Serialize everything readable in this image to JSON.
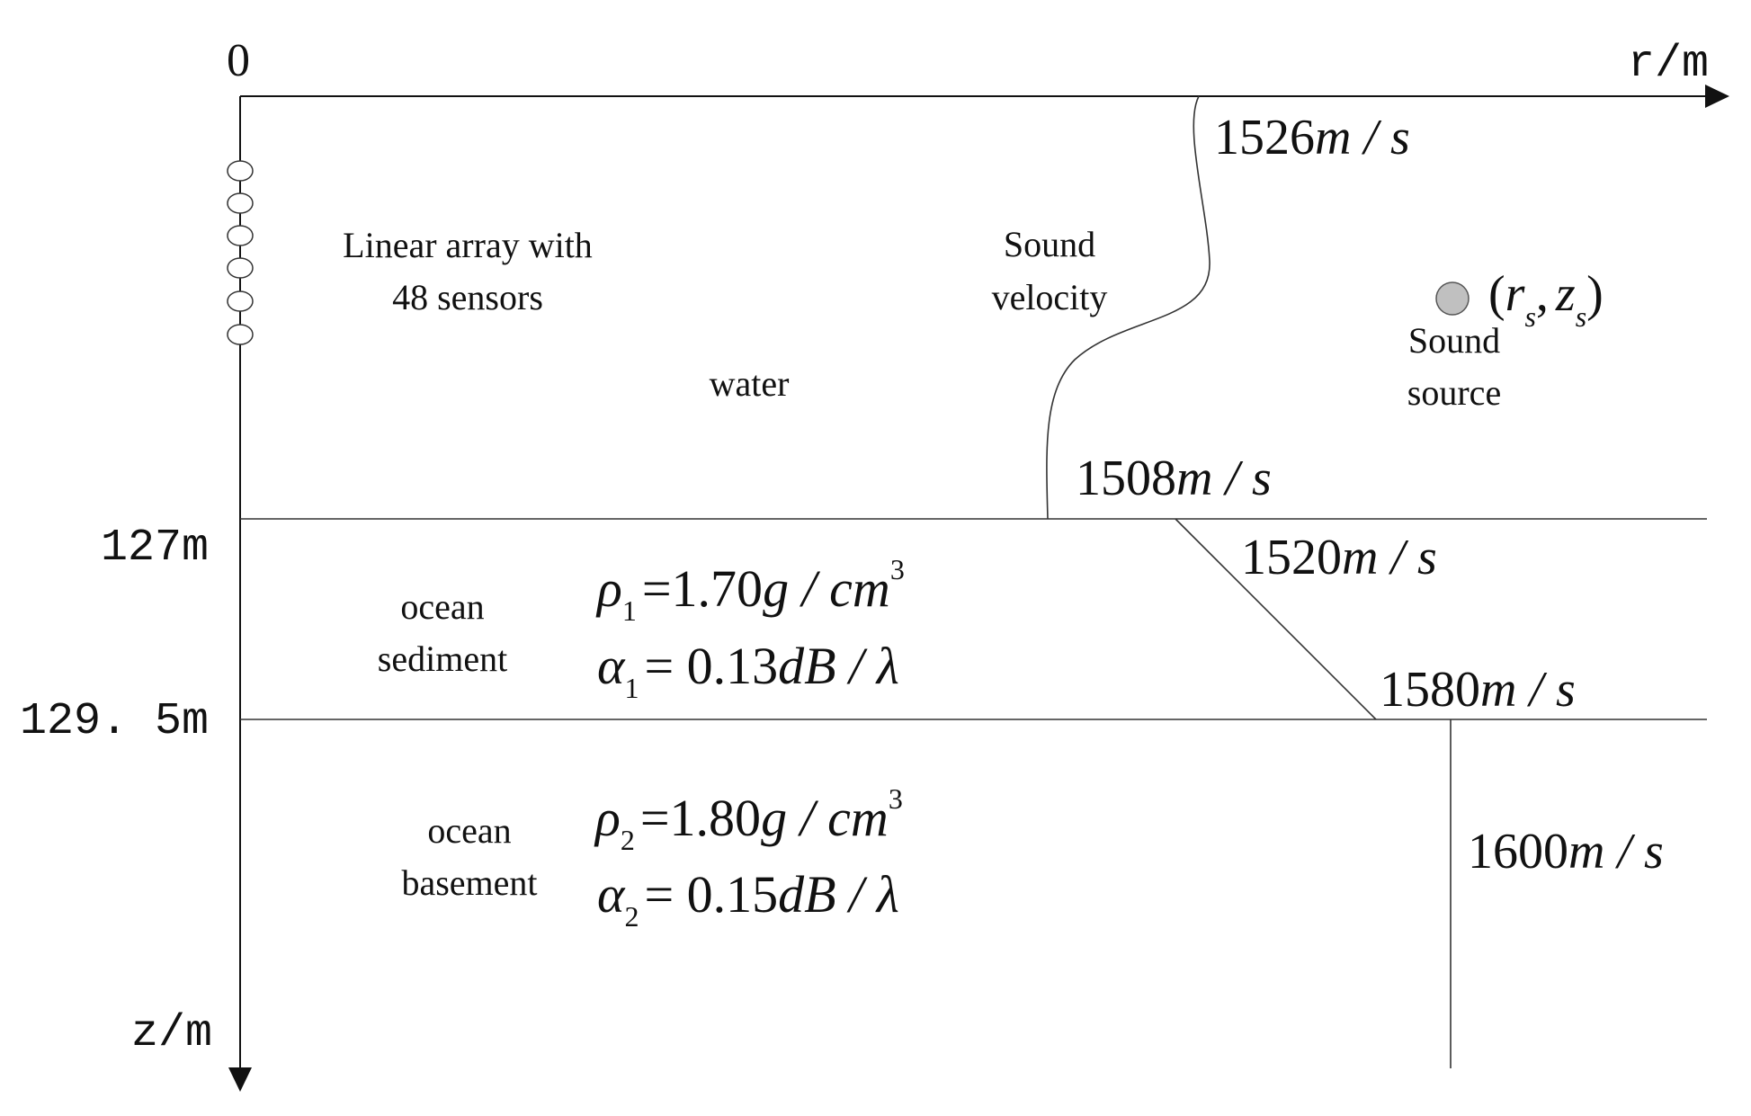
{
  "axes": {
    "origin_label": "0",
    "r_axis_label": "r/m",
    "z_axis_label": "z/m"
  },
  "depths": {
    "water_bottom": "127m",
    "sediment_bottom": "129. 5m"
  },
  "array": {
    "label_line1": "Linear array with",
    "label_line2": "48 sensors",
    "visible_sensor_count": 6
  },
  "water": {
    "label": "water"
  },
  "sound_velocity": {
    "label_line1": "Sound",
    "label_line2": "velocity",
    "surface_value": "1526",
    "bottom_value": "1508",
    "sediment_top_value": "1520",
    "sediment_bottom_value": "1580",
    "basement_value": "1600",
    "unit_m": "m",
    "unit_sep": " / ",
    "unit_s": "s"
  },
  "source": {
    "label_line1": "Sound",
    "label_line2": "source",
    "coord_r": "r",
    "coord_z": "z",
    "coord_sub": "s",
    "coord_open": "(",
    "coord_comma": ",",
    "coord_close": ")",
    "marker_color": "#c0c0c0"
  },
  "sediment": {
    "label_line1": "ocean",
    "label_line2": "sediment",
    "rho_symbol": "ρ",
    "rho_sub": "1",
    "rho_value": "=1.70",
    "rho_unit": "g / cm",
    "rho_exp": "3",
    "alpha_symbol": "α",
    "alpha_sub": "1",
    "alpha_value": "= 0.13",
    "alpha_unit": "dB / λ"
  },
  "basement": {
    "label_line1": "ocean",
    "label_line2": "basement",
    "rho_symbol": "ρ",
    "rho_sub": "2",
    "rho_value": "=1.80",
    "rho_unit": "g / cm",
    "rho_exp": "3",
    "alpha_symbol": "α",
    "alpha_sub": "2",
    "alpha_value": "= 0.15",
    "alpha_unit": "dB / λ"
  }
}
